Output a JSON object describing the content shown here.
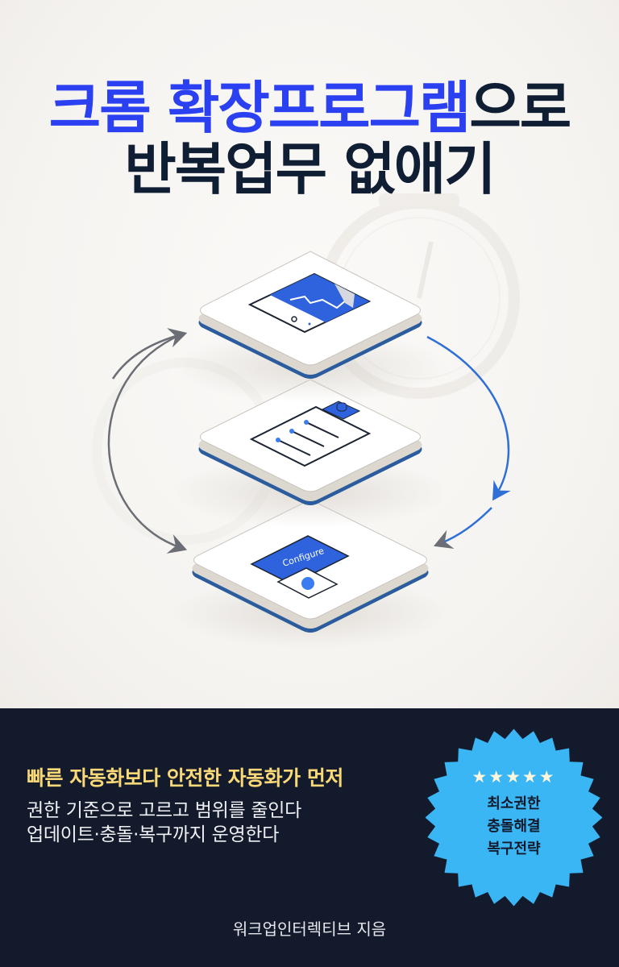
{
  "cover": {
    "title": {
      "line1_blue": "크롬 확장프로그램",
      "line1_dark": "으로",
      "line2": "반복업무 없애기"
    },
    "illustration": {
      "description": "Three stacked isometric tiles with cycle arrows over faint stopwatch",
      "tiles": [
        {
          "icon": "browser-chart-icon"
        },
        {
          "icon": "clipboard-lock-icon"
        },
        {
          "icon": "settings-card-icon",
          "label": "Configure"
        }
      ]
    },
    "tagline": "빠른 자동화보다 안전한 자동화가 먼저",
    "subtitle_lines": [
      "권한 기준으로 고르고 범위를 줄인다",
      "업데이트·충돌·복구까지 운영한다"
    ],
    "badge": {
      "stars": "★★★★★",
      "lines": [
        "최소권한",
        "충돌해결",
        "복구전략"
      ]
    },
    "author": "워크업인터렉티브 지음"
  },
  "colors": {
    "title_blue": "#2b40f0",
    "title_dark": "#0f1e33",
    "band_bg": "#131a2b",
    "tagline": "#f9d977",
    "badge": "#3bb6f5",
    "accent_blue": "#2f6fd6"
  }
}
